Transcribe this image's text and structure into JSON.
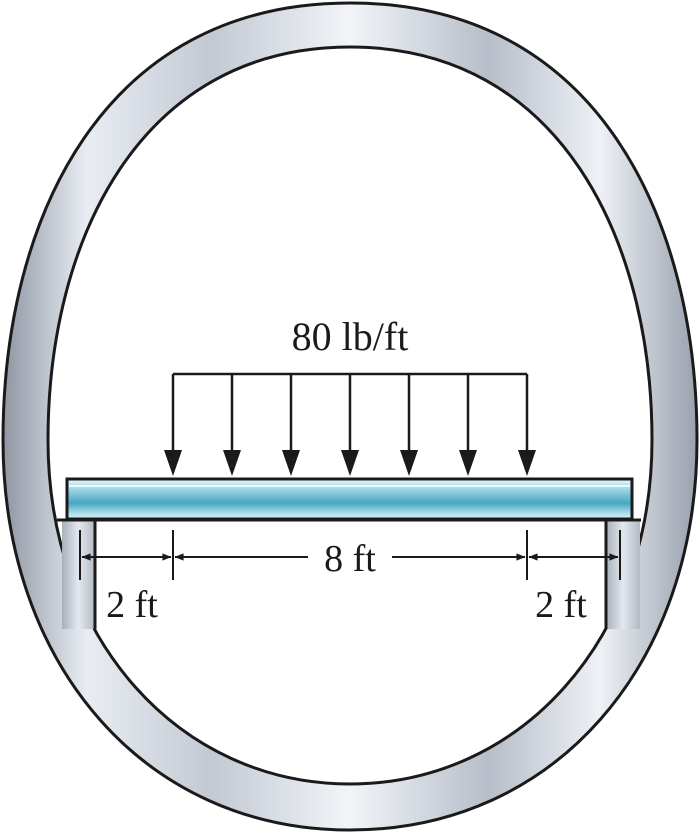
{
  "load": {
    "label": "80 lb/ft"
  },
  "dimensions": {
    "left": "2 ft",
    "middle": "8 ft",
    "right": "2 ft"
  },
  "colors": {
    "ring_light": "#eef1f6",
    "ring_mid": "#c7ccd6",
    "ring_dark": "#8f96a3",
    "beam_light": "#d4eef6",
    "beam_mid": "#7ec6dc",
    "beam_dark": "#2f8fae",
    "line": "#1a1a1a"
  }
}
